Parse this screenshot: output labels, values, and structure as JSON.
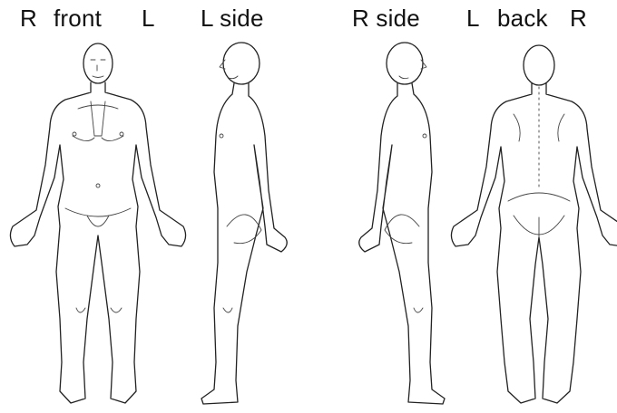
{
  "labels": {
    "front_right": "R",
    "front": "front",
    "front_left": "L",
    "left_side": "L side",
    "right_side": "R side",
    "back_left": "L",
    "back": "back",
    "back_right": "R"
  }
}
